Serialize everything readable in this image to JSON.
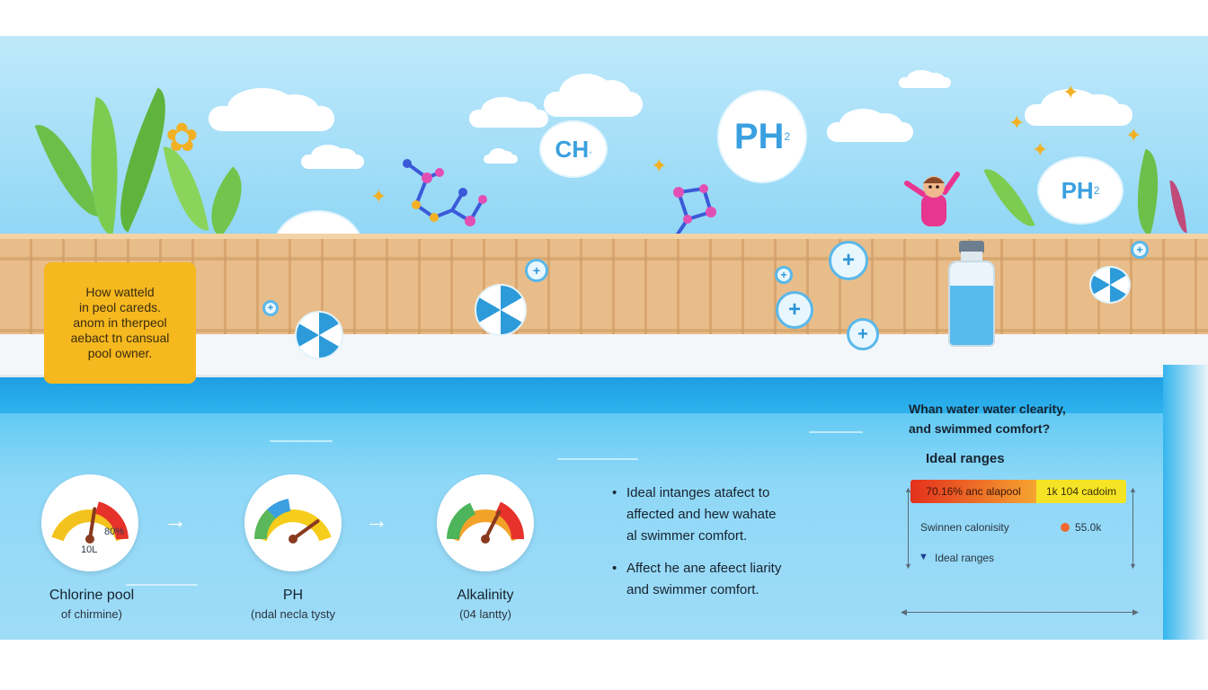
{
  "callout": {
    "text_lines": [
      "How watteld",
      "in peol careds.",
      "anom in therpeol",
      "aebact tn cansual",
      "pool owner."
    ]
  },
  "bubbles": {
    "ph_label": "PH",
    "ph_sub": "2",
    "ch_label": "CH",
    "ch_sub": ","
  },
  "metrics": [
    {
      "title": "Chlorine pool",
      "subtitle": "of chirmine)",
      "reading_top": "80%",
      "reading_bottom": "10L",
      "level": 0.55
    },
    {
      "title": "PH",
      "subtitle": "(ndal necla tysty",
      "level": 0.8
    },
    {
      "title": "Alkalinity",
      "subtitle": "(04 lantty)",
      "level": 0.65
    }
  ],
  "arrows": [
    "→",
    "→"
  ],
  "bullets": [
    {
      "marker": "•",
      "lines": [
        "Ideal intanges atafect to",
        "affected and hew wahate",
        "al swimmer comfort."
      ]
    },
    {
      "marker": "•",
      "lines": [
        "Affect he ane afeect liarity",
        "and swimmer comfort."
      ]
    }
  ],
  "panel": {
    "question_lines": [
      "Whan water water clearity,",
      "and swimmed comfort?"
    ],
    "ranges_title": "Ideal ranges",
    "bar_left_text": "70.16% anc alapool",
    "bar_right_text": "1k 104 cadoim",
    "swim_label": "Swinnen calonisity",
    "swim_value": "55.0k",
    "legend_marker": "▼",
    "legend_label": "Ideal ranges"
  },
  "colors": {
    "callout_bg": "#f6b81f",
    "pool": "#4cc3f2",
    "sky": "#bfe9fb",
    "fence": "#e9bd8a",
    "bar_red": "#e4301d",
    "bar_yellow": "#f5e425"
  }
}
